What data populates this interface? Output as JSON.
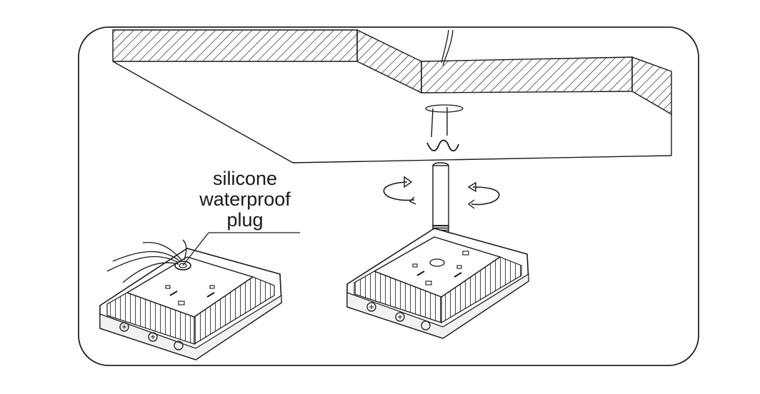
{
  "callout": {
    "line1": "silicone",
    "line2": "waterproof",
    "line3": "plug"
  },
  "colors": {
    "ink": "#1a1a1a",
    "frame": "#222222",
    "background": "#ffffff"
  },
  "icons": [
    "ceiling-slab",
    "ceiling-hole",
    "insert-arrow",
    "rotate-arrow-left",
    "rotate-arrow-right",
    "mounting-pipe",
    "light-fixture-left",
    "light-fixture-right",
    "cables"
  ]
}
